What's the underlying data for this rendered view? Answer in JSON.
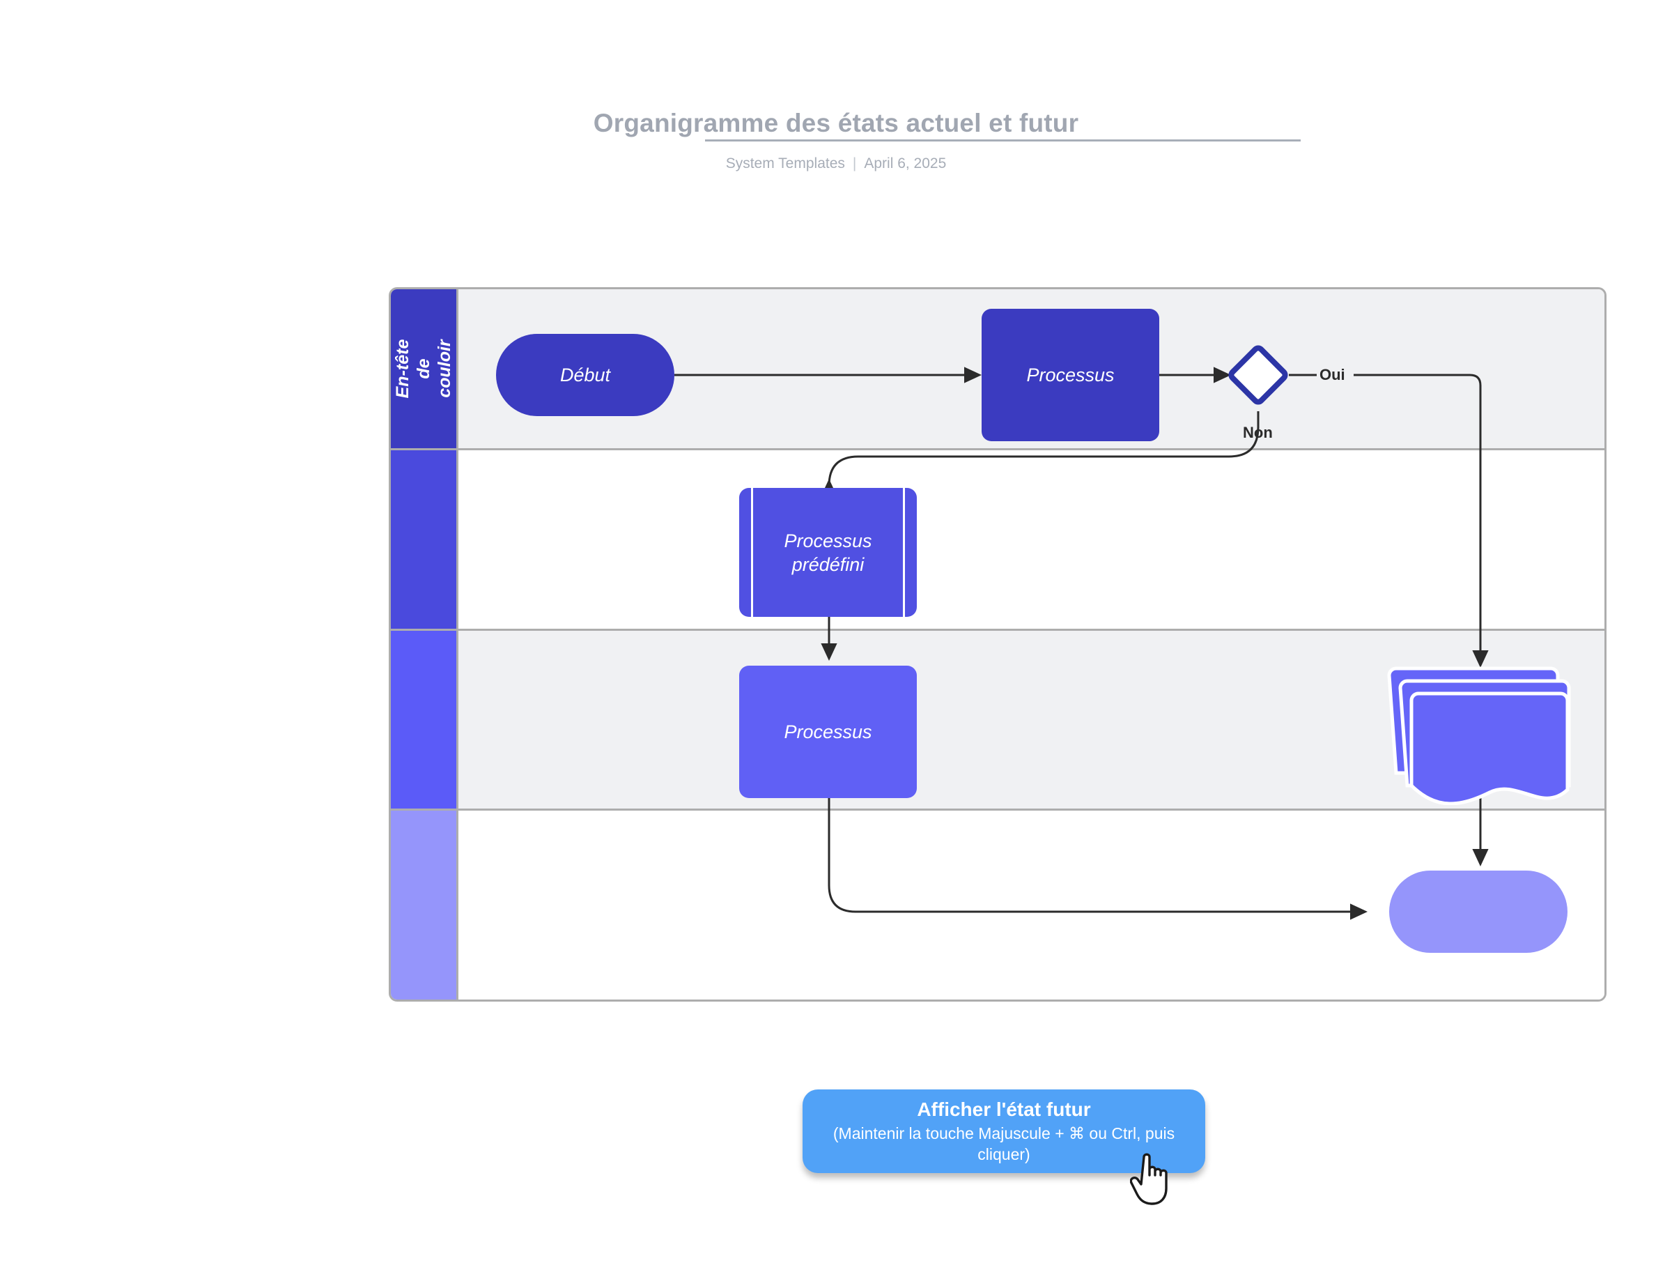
{
  "header": {
    "title": "Organigramme des états actuel et futur",
    "source": "System Templates",
    "separator": "|",
    "date": "April 6, 2025"
  },
  "colors": {
    "lane_header_1": "#3b3bc0",
    "lane_header_2": "#4a4add",
    "lane_header_3": "#5b5bf8",
    "lane_header_4": "#9595fb",
    "lane_band_shaded": "#f0f1f3",
    "lane_band_plain": "#ffffff",
    "pool_border": "#adadad",
    "connector": "#2b2b2b",
    "decision_border": "#2c35a6",
    "decision_fill": "#ffffff",
    "cta_background": "#51a2f7",
    "title_text": "#a0a6b1",
    "meta_text": "#a7adb7"
  },
  "pool": {
    "lanes": [
      {
        "header_label": "En-tête de\ncouloir",
        "header_color": "#3b3bc0",
        "band_color": "#f0f1f3"
      },
      {
        "header_label": "",
        "header_color": "#4a4add",
        "band_color": "#ffffff"
      },
      {
        "header_label": "",
        "header_color": "#5b5bf8",
        "band_color": "#f0f1f3"
      },
      {
        "header_label": "",
        "header_color": "#9595fb",
        "band_color": "#ffffff"
      }
    ]
  },
  "flow": {
    "nodes": [
      {
        "id": "start",
        "label": "Début",
        "shape": "terminator",
        "fill": "#3b3bc0",
        "lane": 1
      },
      {
        "id": "process1",
        "label": "Processus",
        "shape": "process",
        "fill": "#3b3bc0",
        "lane": 1
      },
      {
        "id": "decision",
        "label": "",
        "shape": "decision",
        "fill": "#ffffff",
        "lane": 1
      },
      {
        "id": "predefined",
        "label": "Processus\nprédéfini",
        "shape": "predefined",
        "fill": "#5050e2",
        "lane": 2
      },
      {
        "id": "process2",
        "label": "Processus",
        "shape": "process",
        "fill": "#6060f5",
        "lane": 3
      },
      {
        "id": "multidoc",
        "label": "",
        "shape": "multi-document",
        "fill": "#6565f8",
        "lane": 3
      },
      {
        "id": "end",
        "label": "",
        "shape": "terminator",
        "fill": "#9595fb",
        "lane": 4
      }
    ],
    "edge_labels": {
      "yes": "Oui",
      "no": "Non"
    }
  },
  "cta": {
    "title": "Afficher l'état futur",
    "subtitle": "(Maintenir la touche Majuscule + ⌘ ou Ctrl, puis cliquer)",
    "cursor_icon": "hand-pointer-icon"
  }
}
